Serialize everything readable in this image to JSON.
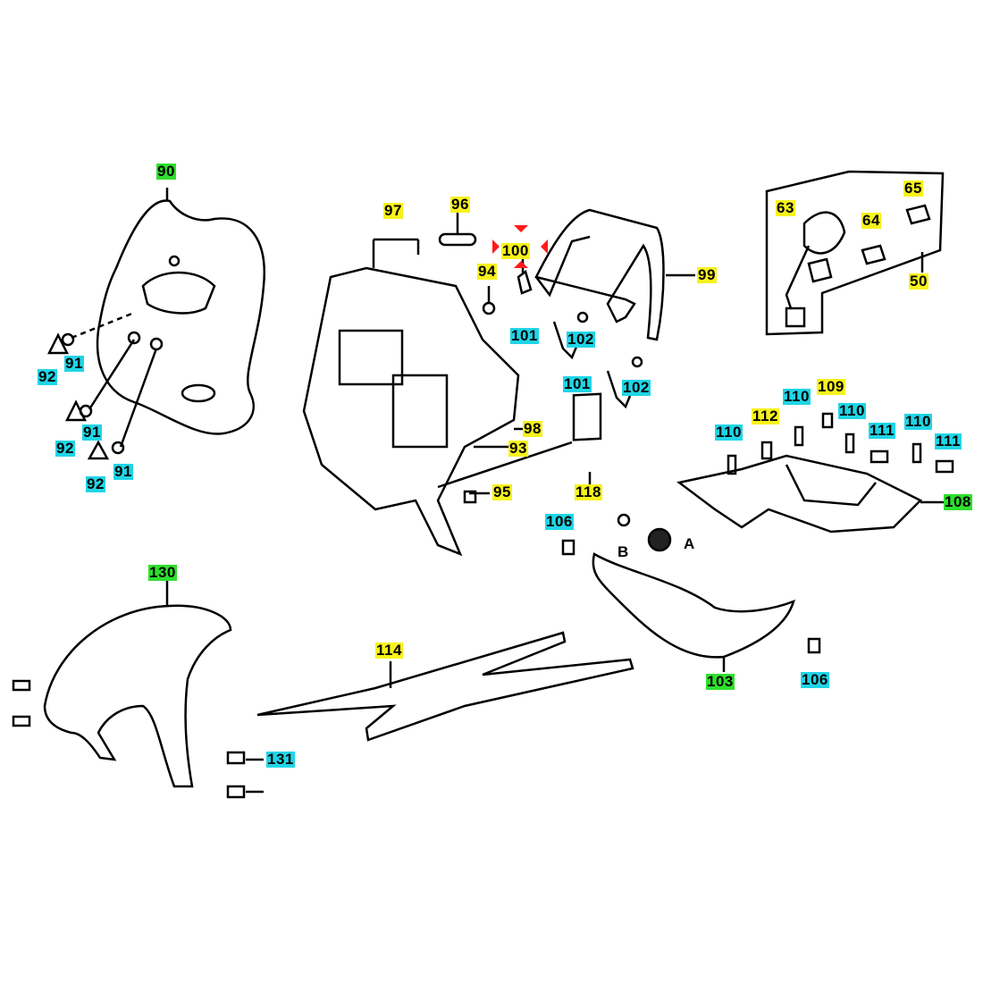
{
  "diagram": {
    "callouts": [
      {
        "id": "c90",
        "text": "90",
        "color": "green"
      },
      {
        "id": "c91a",
        "text": "91",
        "color": "cyan"
      },
      {
        "id": "c91b",
        "text": "91",
        "color": "cyan"
      },
      {
        "id": "c91c",
        "text": "91",
        "color": "cyan"
      },
      {
        "id": "c92a",
        "text": "92",
        "color": "cyan"
      },
      {
        "id": "c92b",
        "text": "92",
        "color": "cyan"
      },
      {
        "id": "c92c",
        "text": "92",
        "color": "cyan"
      },
      {
        "id": "c97",
        "text": "97",
        "color": "yellow"
      },
      {
        "id": "c96",
        "text": "96",
        "color": "yellow"
      },
      {
        "id": "c100",
        "text": "100",
        "color": "yellow"
      },
      {
        "id": "c94",
        "text": "94",
        "color": "yellow"
      },
      {
        "id": "c99",
        "text": "99",
        "color": "yellow"
      },
      {
        "id": "c101a",
        "text": "101",
        "color": "cyan"
      },
      {
        "id": "c101b",
        "text": "101",
        "color": "cyan"
      },
      {
        "id": "c102a",
        "text": "102",
        "color": "cyan"
      },
      {
        "id": "c102b",
        "text": "102",
        "color": "cyan"
      },
      {
        "id": "c98",
        "text": "98",
        "color": "yellow"
      },
      {
        "id": "c93",
        "text": "93",
        "color": "yellow"
      },
      {
        "id": "c95",
        "text": "95",
        "color": "yellow"
      },
      {
        "id": "c118",
        "text": "118",
        "color": "yellow"
      },
      {
        "id": "c106a",
        "text": "106",
        "color": "cyan"
      },
      {
        "id": "c106b",
        "text": "106",
        "color": "cyan"
      },
      {
        "id": "cA",
        "text": "A",
        "color": "none"
      },
      {
        "id": "cB",
        "text": "B",
        "color": "none"
      },
      {
        "id": "c130",
        "text": "130",
        "color": "green"
      },
      {
        "id": "c114",
        "text": "114",
        "color": "yellow"
      },
      {
        "id": "c131",
        "text": "131",
        "color": "cyan"
      },
      {
        "id": "c103",
        "text": "103",
        "color": "green"
      },
      {
        "id": "c108",
        "text": "108",
        "color": "green"
      },
      {
        "id": "c110a",
        "text": "110",
        "color": "cyan"
      },
      {
        "id": "c110b",
        "text": "110",
        "color": "cyan"
      },
      {
        "id": "c110c",
        "text": "110",
        "color": "cyan"
      },
      {
        "id": "c110d",
        "text": "110",
        "color": "cyan"
      },
      {
        "id": "c109",
        "text": "109",
        "color": "yellow"
      },
      {
        "id": "c112",
        "text": "112",
        "color": "yellow"
      },
      {
        "id": "c111a",
        "text": "111",
        "color": "cyan"
      },
      {
        "id": "c111b",
        "text": "111",
        "color": "cyan"
      },
      {
        "id": "c63",
        "text": "63",
        "color": "yellow"
      },
      {
        "id": "c64",
        "text": "64",
        "color": "yellow"
      },
      {
        "id": "c65",
        "text": "65",
        "color": "yellow"
      },
      {
        "id": "c50",
        "text": "50",
        "color": "yellow"
      }
    ],
    "colors": {
      "yellow": "#f7f21c",
      "cyan": "#20d5e6",
      "green": "#2ee02e",
      "marker": "#ff1a1a"
    }
  }
}
